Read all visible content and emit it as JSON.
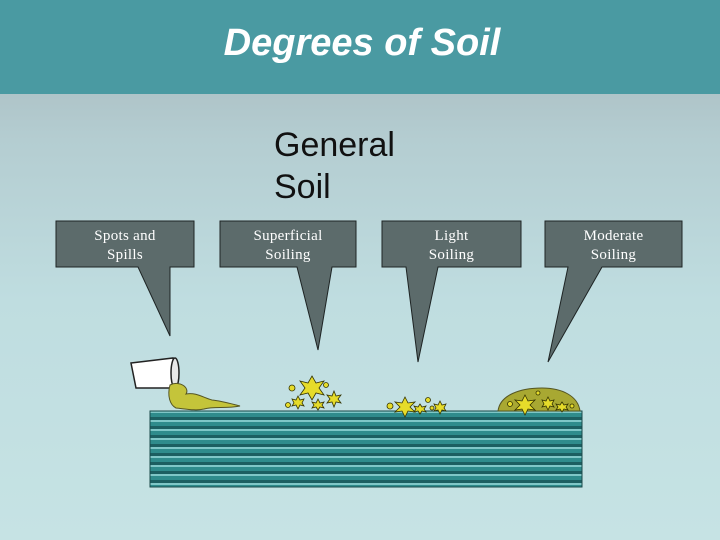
{
  "slide": {
    "title": "Degrees of Soil",
    "subtitle_line1": "General",
    "subtitle_line2": "Soil"
  },
  "callouts": [
    {
      "line1": "Spots and",
      "line2": "Spills"
    },
    {
      "line1": "Superficial",
      "line2": "Soiling"
    },
    {
      "line1": "Light",
      "line2": "Soiling"
    },
    {
      "line1": "Moderate",
      "line2": "Soiling"
    }
  ],
  "colors": {
    "header": "#4a9aa2",
    "callout_fill": "#5c6b6b",
    "carpet_teal": "#2f8c8c",
    "soil_yellow": "#c4c43a"
  },
  "icons": [
    "cup-icon",
    "spill-icon",
    "dirt-particles-icon",
    "soil-mound-icon",
    "carpet-illustration"
  ]
}
